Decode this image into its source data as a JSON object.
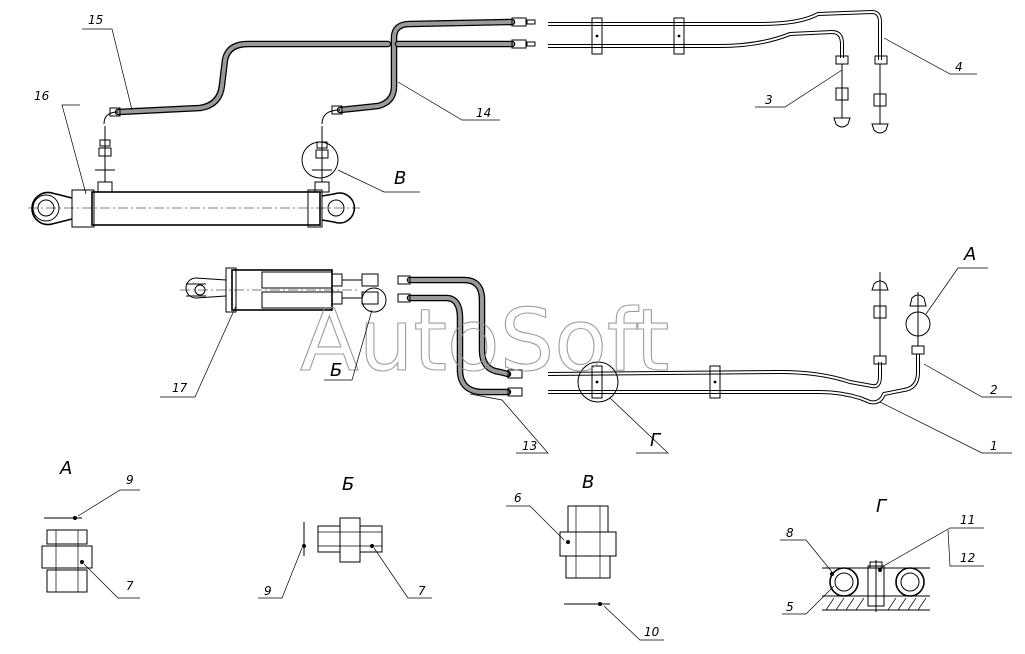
{
  "watermark": "AutoSoft",
  "callouts": {
    "c1": "1",
    "c2": "2",
    "c3": "3",
    "c4": "4",
    "c5": "5",
    "c6": "6",
    "c7a": "7",
    "c7b": "7",
    "c8": "8",
    "c9a": "9",
    "c9b": "9",
    "c10": "10",
    "c11": "11",
    "c12": "12",
    "c13": "13",
    "c14": "14",
    "c15": "15",
    "c16": "16",
    "c17": "17"
  },
  "views": {
    "A_marker": "А",
    "B_marker": "Б",
    "V_marker": "В",
    "G_marker": "Г",
    "A_title": "А",
    "B_title": "Б",
    "V_title": "В",
    "G_title": "Г"
  },
  "colors": {
    "line": "#000000",
    "watermark": "#8c8c8c",
    "background": "#ffffff"
  }
}
